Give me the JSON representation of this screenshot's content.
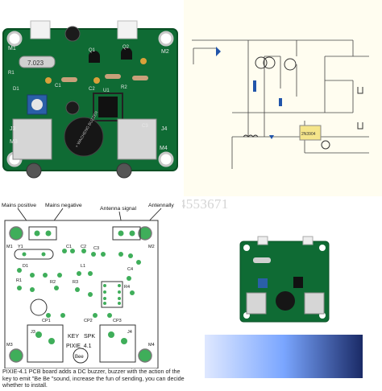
{
  "watermark": "Shop1104553671",
  "pcb_photo": {
    "silkscreen": {
      "m1": "M1",
      "m2": "M2",
      "m3": "M3",
      "m4": "M4",
      "j3": "J3",
      "j4": "J4",
      "buzzer": "+ WACHENG BUZZER",
      "crystal": "7.023",
      "r1": "R1",
      "r2": "R2",
      "c1": "C1",
      "c2": "C2",
      "c3": "C3",
      "q1": "Q1",
      "q2": "Q2",
      "u1": "U1",
      "d1": "D1"
    },
    "colors": {
      "board": "#0f6b34",
      "pad": "#c8c8c8"
    }
  },
  "layout_diagram": {
    "labels": {
      "mains_positive": "Mains positive",
      "mains_negative": "Mains negative",
      "antenna_signal": "Antenna signal",
      "antennally": "Antennally"
    },
    "silkscreen": {
      "m1": "M1",
      "m2": "M2",
      "m3": "M3",
      "m4": "M4",
      "j3": "J3",
      "j4": "J4",
      "key": "KEY",
      "spk": "SPK",
      "title": "PIXIE_4.1",
      "bee": "Bee",
      "cp1": "CP1",
      "cp2": "CP2",
      "cp3": "CP3",
      "c1": "C1",
      "c2": "C2",
      "c3": "C3",
      "c4": "C4",
      "r1": "R1",
      "r2": "R2",
      "r3": "R3",
      "r4": "R4",
      "y1": "Y1",
      "l1": "L1",
      "d1": "D1"
    },
    "caption": "PIXIE-4.1 PCB board adds a DC buzzer, buzzer with the action of the key to emit \"Be Be \"sound, increase the fun of sending, you can decide whether to install."
  },
  "schematic": {
    "title_block": "2N3904"
  }
}
